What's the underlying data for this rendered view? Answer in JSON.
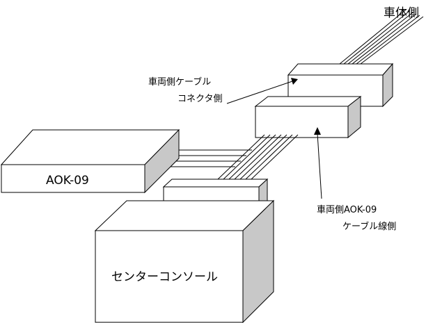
{
  "labels": {
    "vehicle_side": "車体側",
    "vehicle_cable_connector_line1": "車両側ケーブル",
    "vehicle_cable_connector_line2": "コネクタ側",
    "vehicle_aok_cable_line1": "車両側AOK-09",
    "vehicle_aok_cable_line2": "ケーブル線側",
    "aok_unit": "AOK-09",
    "center_console": "センターコンソール"
  },
  "colors": {
    "line": "#000000",
    "face": "#ffffff",
    "shade": "#c8c8c8"
  }
}
